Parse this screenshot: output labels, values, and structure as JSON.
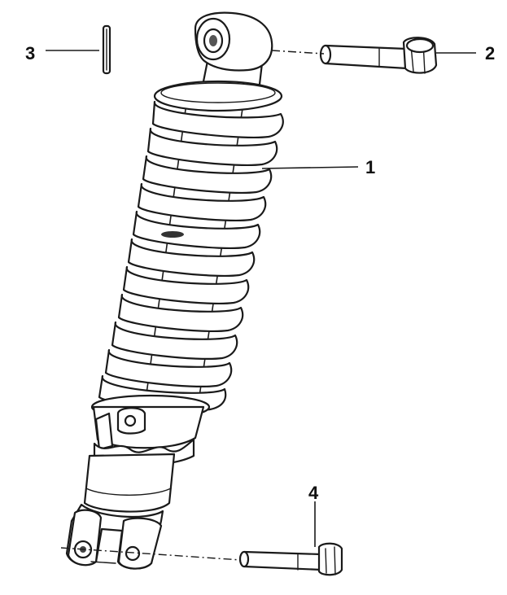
{
  "callouts": [
    {
      "id": "1",
      "label": "1"
    },
    {
      "id": "2",
      "label": "2"
    },
    {
      "id": "3",
      "label": "3"
    },
    {
      "id": "4",
      "label": "4"
    }
  ],
  "colors": {
    "line": "#1a1a1a",
    "fill": "#ffffff"
  },
  "parts": [
    "shock-absorber",
    "upper-bolt",
    "pin",
    "lower-bolt"
  ]
}
